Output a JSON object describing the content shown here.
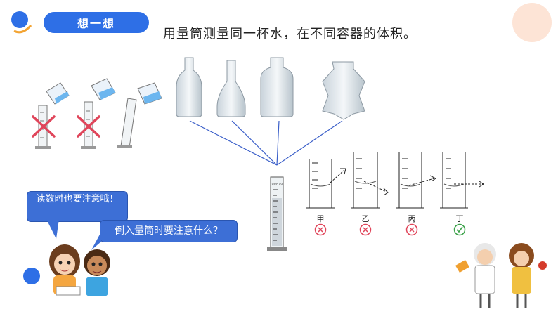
{
  "slide": {
    "title": "想一想",
    "subtitle": "用量筒测量同一杯水，在不同容器的体积。"
  },
  "bubbles": {
    "question1": "读数时也要注意哦！",
    "question2": "倒入量筒时要注意什么？"
  },
  "readings": [
    {
      "label": "甲",
      "verdict": "wrong"
    },
    {
      "label": "乙",
      "verdict": "wrong"
    },
    {
      "label": "丙",
      "verdict": "wrong"
    },
    {
      "label": "丁",
      "verdict": "correct"
    }
  ],
  "pouring": [
    {
      "verdict": "wrong"
    },
    {
      "verdict": "wrong"
    },
    {
      "verdict": "correct"
    }
  ],
  "cylinder_label": "20℃ mL",
  "colors": {
    "accent": "#2e6fe6",
    "wrong": "#e0455a",
    "correct": "#3ca24a",
    "connector": "#3b5fc9"
  }
}
